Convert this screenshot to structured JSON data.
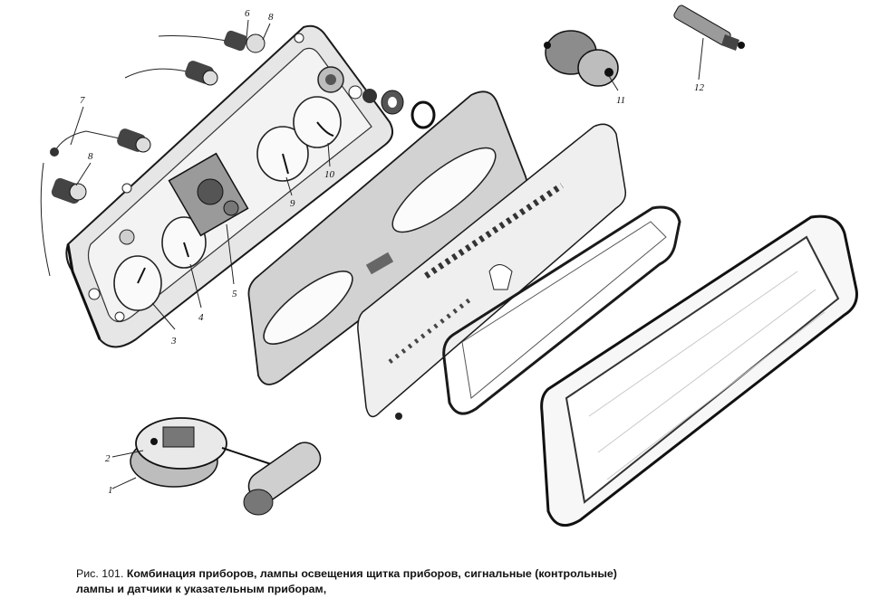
{
  "figure": {
    "caption_lead": "Рис. 101.",
    "caption_line1": "Комбинация приборов, лампы освещения щитка приборов, сигнальные (контрольные)",
    "caption_line2": "лампы и датчики к указательным приборам,"
  },
  "callouts": [
    {
      "id": "c1",
      "label": "1"
    },
    {
      "id": "c2",
      "label": "2"
    },
    {
      "id": "c3",
      "label": "3"
    },
    {
      "id": "c4",
      "label": "4"
    },
    {
      "id": "c5",
      "label": "5"
    },
    {
      "id": "c6",
      "label": "6"
    },
    {
      "id": "c7",
      "label": "7"
    },
    {
      "id": "c8a",
      "label": "8"
    },
    {
      "id": "c8b",
      "label": "8"
    },
    {
      "id": "c9",
      "label": "9"
    },
    {
      "id": "c10",
      "label": "10"
    },
    {
      "id": "c11",
      "label": "11"
    },
    {
      "id": "c12",
      "label": "12"
    }
  ],
  "colors": {
    "ink": "#1a1a1a",
    "grey": "#8a8a8a",
    "light": "#d9d9d9"
  }
}
